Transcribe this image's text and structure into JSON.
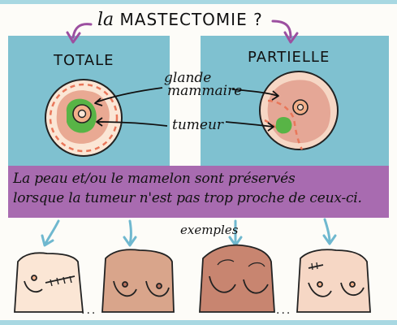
{
  "title": {
    "prefix": "la",
    "word": "MASTECTOMIE ?"
  },
  "panels": {
    "left": "TOTALE",
    "right": "PARTIELLE"
  },
  "labels": {
    "glande_line1": "glande",
    "glande_line2": "mammaire",
    "tumeur": "tumeur"
  },
  "band": {
    "line1": "La peau et/ou le mamelon sont préservés",
    "line2": "lorsque la tumeur n'est pas trop proche de ceux-ci."
  },
  "examples_label": "exemples",
  "ellipsis": "...",
  "colors": {
    "panel": "#7fc1d0",
    "band": "#a86bb0",
    "gland": "#e9a993",
    "tumor": "#58b446",
    "arrow_purple": "#9c4fa0",
    "arrow_blue": "#6fb8cf",
    "dashed": "#e9775a"
  }
}
